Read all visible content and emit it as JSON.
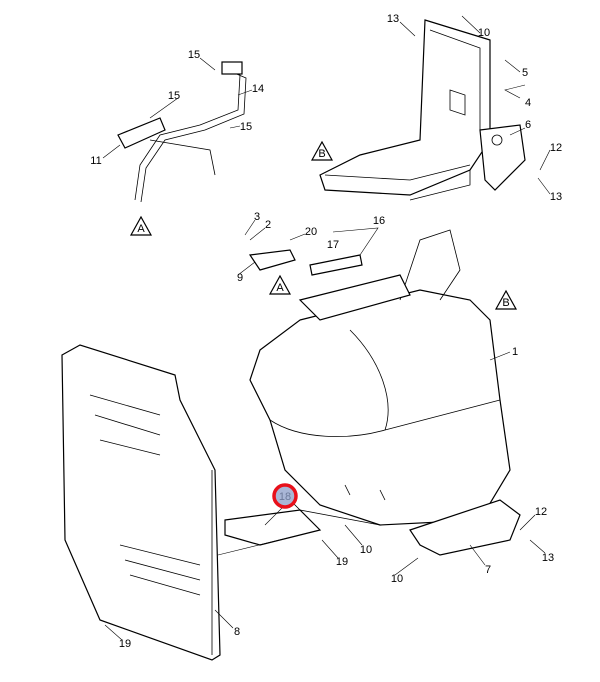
{
  "diagram": {
    "title": "Exhaust aftertreatment assembly - exploded parts view",
    "callouts": [
      "13",
      "10",
      "5",
      "4",
      "6",
      "12",
      "13",
      "15",
      "14",
      "15",
      "11",
      "15",
      "3",
      "2",
      "20",
      "16",
      "17",
      "9",
      "1",
      "18",
      "19",
      "10",
      "7",
      "12",
      "13",
      "10",
      "8",
      "19"
    ],
    "reference_marks": [
      "A",
      "B",
      "A",
      "B"
    ],
    "highlighted_callout": "18",
    "highlight_color": "#e8101a",
    "highlight_fill": "#a9b6d6"
  }
}
